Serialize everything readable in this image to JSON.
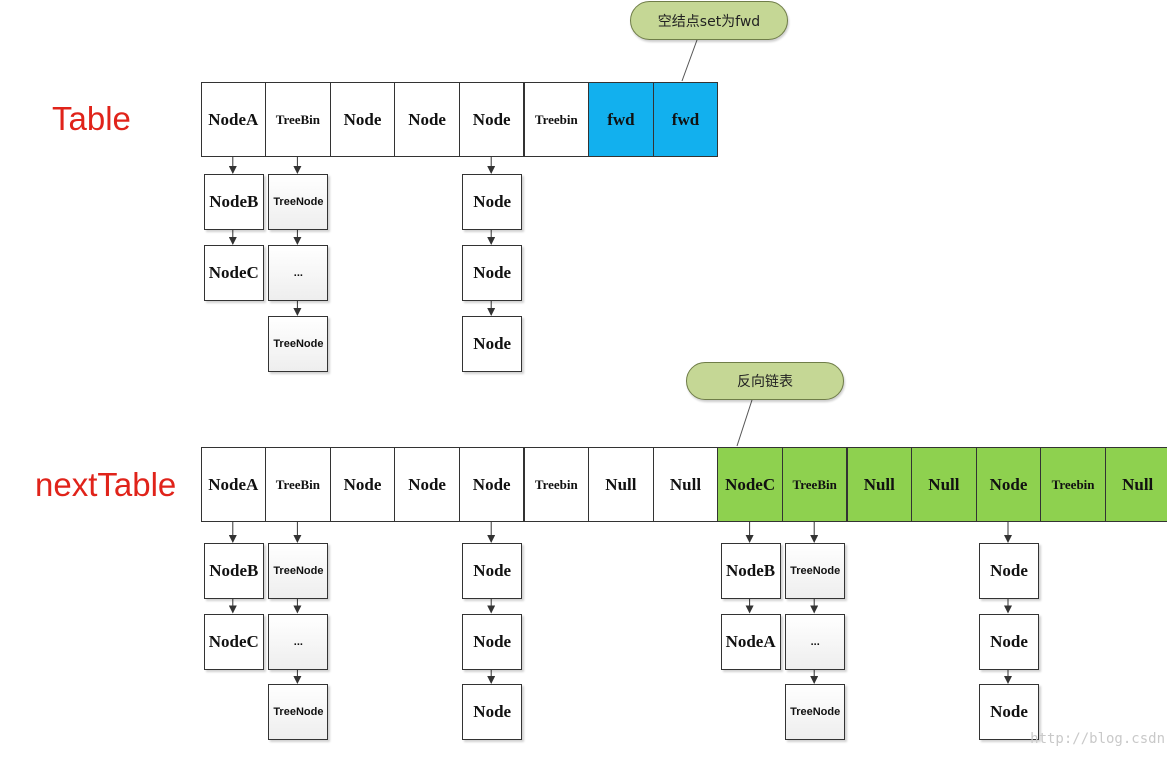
{
  "colors": {
    "row_label": "#e0231a",
    "forwarded_cell": "#12b0ee",
    "high_half_cell": "#8ed14f",
    "callout_fill": "#c5d795",
    "border": "#333333"
  },
  "table": {
    "label": "Table",
    "cells": [
      {
        "text": "NodeA",
        "style": "normal"
      },
      {
        "text": "TreeBin",
        "style": "normal"
      },
      {
        "text": "Node",
        "style": "normal"
      },
      {
        "text": "Node",
        "style": "normal"
      },
      {
        "text": "Node",
        "style": "normal"
      },
      {
        "text": "Treebin",
        "style": "normal"
      },
      {
        "text": "fwd",
        "style": "forwarded"
      },
      {
        "text": "fwd",
        "style": "forwarded"
      }
    ],
    "chains": [
      {
        "bucket": 0,
        "kind": "node",
        "items": [
          "NodeB",
          "NodeC"
        ]
      },
      {
        "bucket": 1,
        "kind": "tree",
        "items": [
          "TreeNode",
          "...",
          "TreeNode"
        ]
      },
      {
        "bucket": 4,
        "kind": "node",
        "items": [
          "Node",
          "Node",
          "Node"
        ]
      }
    ],
    "callout": "空结点set为fwd"
  },
  "next_table": {
    "label": "nextTable",
    "cells": [
      {
        "text": "NodeA",
        "style": "normal"
      },
      {
        "text": "TreeBin",
        "style": "normal"
      },
      {
        "text": "Node",
        "style": "normal"
      },
      {
        "text": "Node",
        "style": "normal"
      },
      {
        "text": "Node",
        "style": "normal"
      },
      {
        "text": "Treebin",
        "style": "normal"
      },
      {
        "text": "Null",
        "style": "normal"
      },
      {
        "text": "Null",
        "style": "normal"
      },
      {
        "text": "NodeC",
        "style": "high_half"
      },
      {
        "text": "TreeBin",
        "style": "high_half"
      },
      {
        "text": "Null",
        "style": "high_half"
      },
      {
        "text": "Null",
        "style": "high_half"
      },
      {
        "text": "Node",
        "style": "high_half"
      },
      {
        "text": "Treebin",
        "style": "high_half"
      },
      {
        "text": "Null",
        "style": "high_half"
      }
    ],
    "chains": [
      {
        "bucket": 0,
        "kind": "node",
        "items": [
          "NodeB",
          "NodeC"
        ]
      },
      {
        "bucket": 1,
        "kind": "tree",
        "items": [
          "TreeNode",
          "...",
          "TreeNode"
        ]
      },
      {
        "bucket": 4,
        "kind": "node",
        "items": [
          "Node",
          "Node",
          "Node"
        ]
      },
      {
        "bucket": 8,
        "kind": "node",
        "items": [
          "NodeB",
          "NodeA"
        ]
      },
      {
        "bucket": 9,
        "kind": "tree",
        "items": [
          "TreeNode",
          "...",
          "TreeNode"
        ]
      },
      {
        "bucket": 12,
        "kind": "node",
        "items": [
          "Node",
          "Node",
          "Node"
        ]
      }
    ],
    "callout": "反向链表"
  },
  "watermark": "http://blog.csdn"
}
